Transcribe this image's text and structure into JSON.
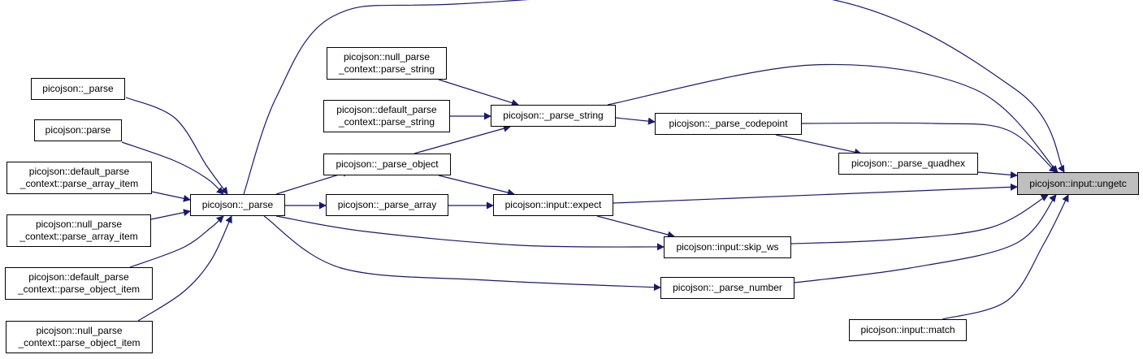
{
  "colors": {
    "edge": "#191970",
    "node_border": "#000000",
    "target_fill": "#bfbfbf"
  },
  "nodes": [
    {
      "id": "ungetc",
      "lines": [
        "picojson::input::ungetc"
      ]
    },
    {
      "id": "parse_string",
      "lines": [
        "picojson::_parse_string"
      ]
    },
    {
      "id": "parse_codepoint",
      "lines": [
        "picojson::_parse_codepoint"
      ]
    },
    {
      "id": "parse_quadhex",
      "lines": [
        "picojson::_parse_quadhex"
      ]
    },
    {
      "id": "expect",
      "lines": [
        "picojson::input::expect"
      ]
    },
    {
      "id": "skip_ws",
      "lines": [
        "picojson::input::skip_ws"
      ]
    },
    {
      "id": "parse_number",
      "lines": [
        "picojson::_parse_number"
      ]
    },
    {
      "id": "match",
      "lines": [
        "picojson::input::match"
      ]
    },
    {
      "id": "_parse",
      "lines": [
        "picojson::_parse"
      ]
    },
    {
      "id": "parse_object",
      "lines": [
        "picojson::_parse_object"
      ]
    },
    {
      "id": "parse_array",
      "lines": [
        "picojson::_parse_array"
      ]
    },
    {
      "id": "null_parse_string",
      "lines": [
        "picojson::null_parse",
        "_context::parse_string"
      ]
    },
    {
      "id": "default_parse_string",
      "lines": [
        "picojson::default_parse",
        "_context::parse_string"
      ]
    },
    {
      "id": "left_parse",
      "lines": [
        "picojson::_parse"
      ]
    },
    {
      "id": "parse",
      "lines": [
        "picojson::parse"
      ]
    },
    {
      "id": "default_array_item",
      "lines": [
        "picojson::default_parse",
        "_context::parse_array_item"
      ]
    },
    {
      "id": "null_array_item",
      "lines": [
        "picojson::null_parse",
        "_context::parse_array_item"
      ]
    },
    {
      "id": "default_object_item",
      "lines": [
        "picojson::default_parse",
        "_context::parse_object_item"
      ]
    },
    {
      "id": "null_object_item",
      "lines": [
        "picojson::null_parse",
        "_context::parse_object_item"
      ]
    }
  ],
  "edges": [
    [
      "parse_string",
      "ungetc"
    ],
    [
      "parse_codepoint",
      "ungetc"
    ],
    [
      "parse_quadhex",
      "ungetc"
    ],
    [
      "expect",
      "ungetc"
    ],
    [
      "skip_ws",
      "ungetc"
    ],
    [
      "parse_number",
      "ungetc"
    ],
    [
      "match",
      "ungetc"
    ],
    [
      "_parse",
      "ungetc"
    ],
    [
      "parse_codepoint",
      "parse_quadhex"
    ],
    [
      "parse_string",
      "parse_codepoint"
    ],
    [
      "null_parse_string",
      "parse_string"
    ],
    [
      "default_parse_string",
      "parse_string"
    ],
    [
      "parse_object",
      "parse_string"
    ],
    [
      "parse_object",
      "expect"
    ],
    [
      "parse_array",
      "expect"
    ],
    [
      "expect",
      "skip_ws"
    ],
    [
      "_parse",
      "skip_ws"
    ],
    [
      "_parse",
      "parse_number"
    ],
    [
      "_parse",
      "parse_object"
    ],
    [
      "_parse",
      "parse_array"
    ],
    [
      "left_parse",
      "_parse"
    ],
    [
      "parse",
      "_parse"
    ],
    [
      "default_array_item",
      "_parse"
    ],
    [
      "null_array_item",
      "_parse"
    ],
    [
      "default_object_item",
      "_parse"
    ],
    [
      "null_object_item",
      "_parse"
    ]
  ]
}
